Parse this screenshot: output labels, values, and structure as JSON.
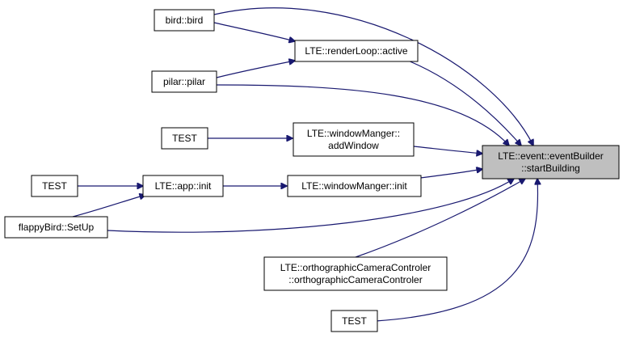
{
  "nodes": {
    "start_building": {
      "lines": [
        "LTE::event::eventBuilder",
        "::startBuilding"
      ]
    },
    "bird": {
      "lines": [
        "bird::bird"
      ]
    },
    "render_active": {
      "lines": [
        "LTE::renderLoop::active"
      ]
    },
    "pilar": {
      "lines": [
        "pilar::pilar"
      ]
    },
    "test1": {
      "lines": [
        "TEST"
      ]
    },
    "add_window": {
      "lines": [
        "LTE::windowManger::",
        "addWindow"
      ]
    },
    "test2": {
      "lines": [
        "TEST"
      ]
    },
    "app_init": {
      "lines": [
        "LTE::app::init"
      ]
    },
    "wm_init": {
      "lines": [
        "LTE::windowManger::init"
      ]
    },
    "flappy_setup": {
      "lines": [
        "flappyBird::SetUp"
      ]
    },
    "ortho": {
      "lines": [
        "LTE::orthographicCameraControler",
        "::orthographicCameraControler"
      ]
    },
    "test3": {
      "lines": [
        "TEST"
      ]
    }
  },
  "colors": {
    "edge": "#191970",
    "node_border": "#000000",
    "node_fill": "#ffffff",
    "highlight_fill": "#bfbfbf"
  }
}
